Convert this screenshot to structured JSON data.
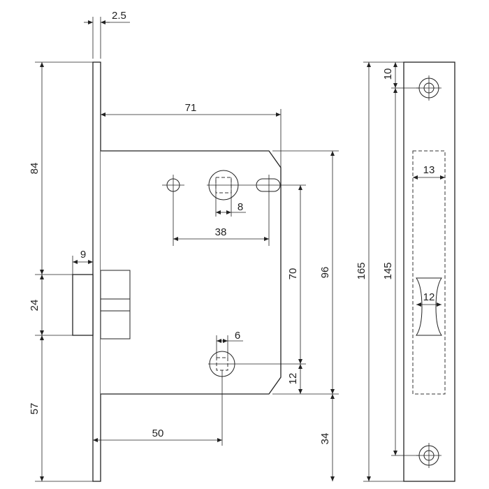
{
  "dimensions": {
    "faceplate_thickness": "2.5",
    "height_top": "84",
    "backset_total": "71",
    "spindle_size": "8",
    "spindle_spacing": "38",
    "latch_width": "9",
    "latch_height": "24",
    "height_bottom": "57",
    "centre_distance": "70",
    "case_height": "96",
    "key_spindle": "6",
    "key_offset": "12",
    "backset": "50",
    "bottom_offset": "34",
    "faceplate_length": "165",
    "screw_spacing": "145",
    "top_offset": "10",
    "latch_hole_width": "13",
    "bolt_hole_width": "12"
  },
  "colors": {
    "line": "#222222",
    "background": "#ffffff"
  }
}
